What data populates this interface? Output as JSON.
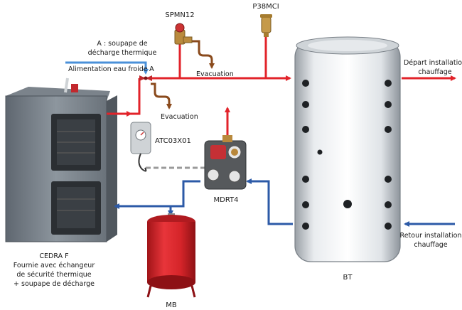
{
  "labels": {
    "spmn12": "SPMN12",
    "p38mci": "P38MCI",
    "soupape_line1": "A : soupape de",
    "soupape_line2": "décharge thermique",
    "alimentation": "Alimentation eau froide",
    "point_a": "A",
    "evacuation_top": "Evacuation",
    "evacuation_mid": "Evacuation",
    "atc": "ATC03X01",
    "mdrt4": "MDRT4",
    "depart_line1": "Départ installation",
    "depart_line2": "chauffage",
    "retour_line1": "Retour installation",
    "retour_line2": "chauffage",
    "cedra_line1": "CEDRA F",
    "cedra_line2": "Fournie avec échangeur",
    "cedra_line3": "de sécurité thermique",
    "cedra_line4": "+ soupape de décharge",
    "bt": "BT",
    "mb": "MB"
  },
  "colors": {
    "hot": "#e2232a",
    "cold": "#2c5aa7",
    "supply": "#4a90d9",
    "drain": "#8a4a1c",
    "control": "#9a9a9a"
  }
}
